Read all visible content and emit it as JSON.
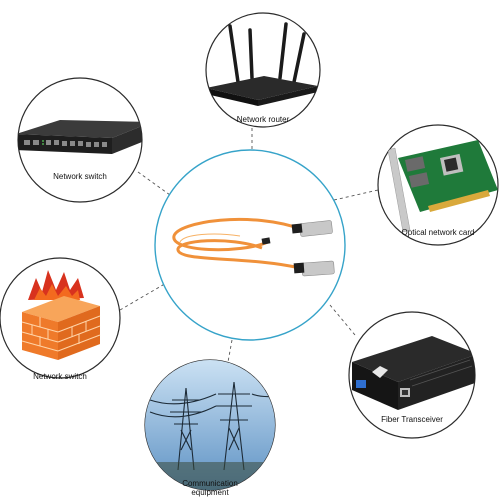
{
  "nodes": {
    "router": {
      "label": "Network router",
      "icon": "wifi-router-icon"
    },
    "switch_top": {
      "label": "Network switch",
      "icon": "network-switch-icon"
    },
    "optical_card": {
      "label": "Optical network card",
      "icon": "optical-network-card-icon"
    },
    "firewall": {
      "label": "Network switch",
      "icon": "firewall-icon"
    },
    "transceiver": {
      "label": "Fiber Transceiver",
      "icon": "fiber-transceiver-icon"
    },
    "communication": {
      "label_line1": "Communication",
      "label_line2": "equipment",
      "icon": "power-tower-icon"
    }
  },
  "center": {
    "icon": "fiber-optic-cable-icon"
  },
  "colors": {
    "center_ring": "#36a3c9",
    "node_ring": "#2b2b2b",
    "connector_dash": "#555555",
    "cable": "#f0913a",
    "firewall_brick": "#ef7a2a",
    "flame": "#d8321e"
  }
}
